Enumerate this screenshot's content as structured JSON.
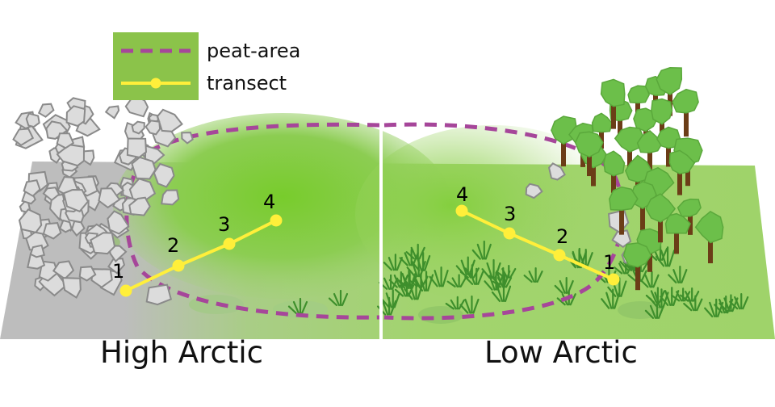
{
  "legend": {
    "peat_label": "peat-area",
    "transect_label": "transect",
    "box_color": "#8bc34a"
  },
  "regions": {
    "high": {
      "label": "High Arctic",
      "points": [
        "1",
        "2",
        "3",
        "4"
      ]
    },
    "low": {
      "label": "Low Arctic",
      "points": [
        "4",
        "3",
        "2",
        "1"
      ]
    }
  },
  "colors": {
    "peat_dash": "#a6469a",
    "transect": "#ffef3a",
    "ground_gray": "#bcbcbc",
    "ground_green": "#9fd36a",
    "peat_green": "#7ccd35",
    "rock_fill": "#dcdcdc",
    "rock_stroke": "#8a8a8a",
    "tree_leaf": "#6cbf4a",
    "tree_trunk": "#6b3d17",
    "grass": "#3e8f2c"
  }
}
